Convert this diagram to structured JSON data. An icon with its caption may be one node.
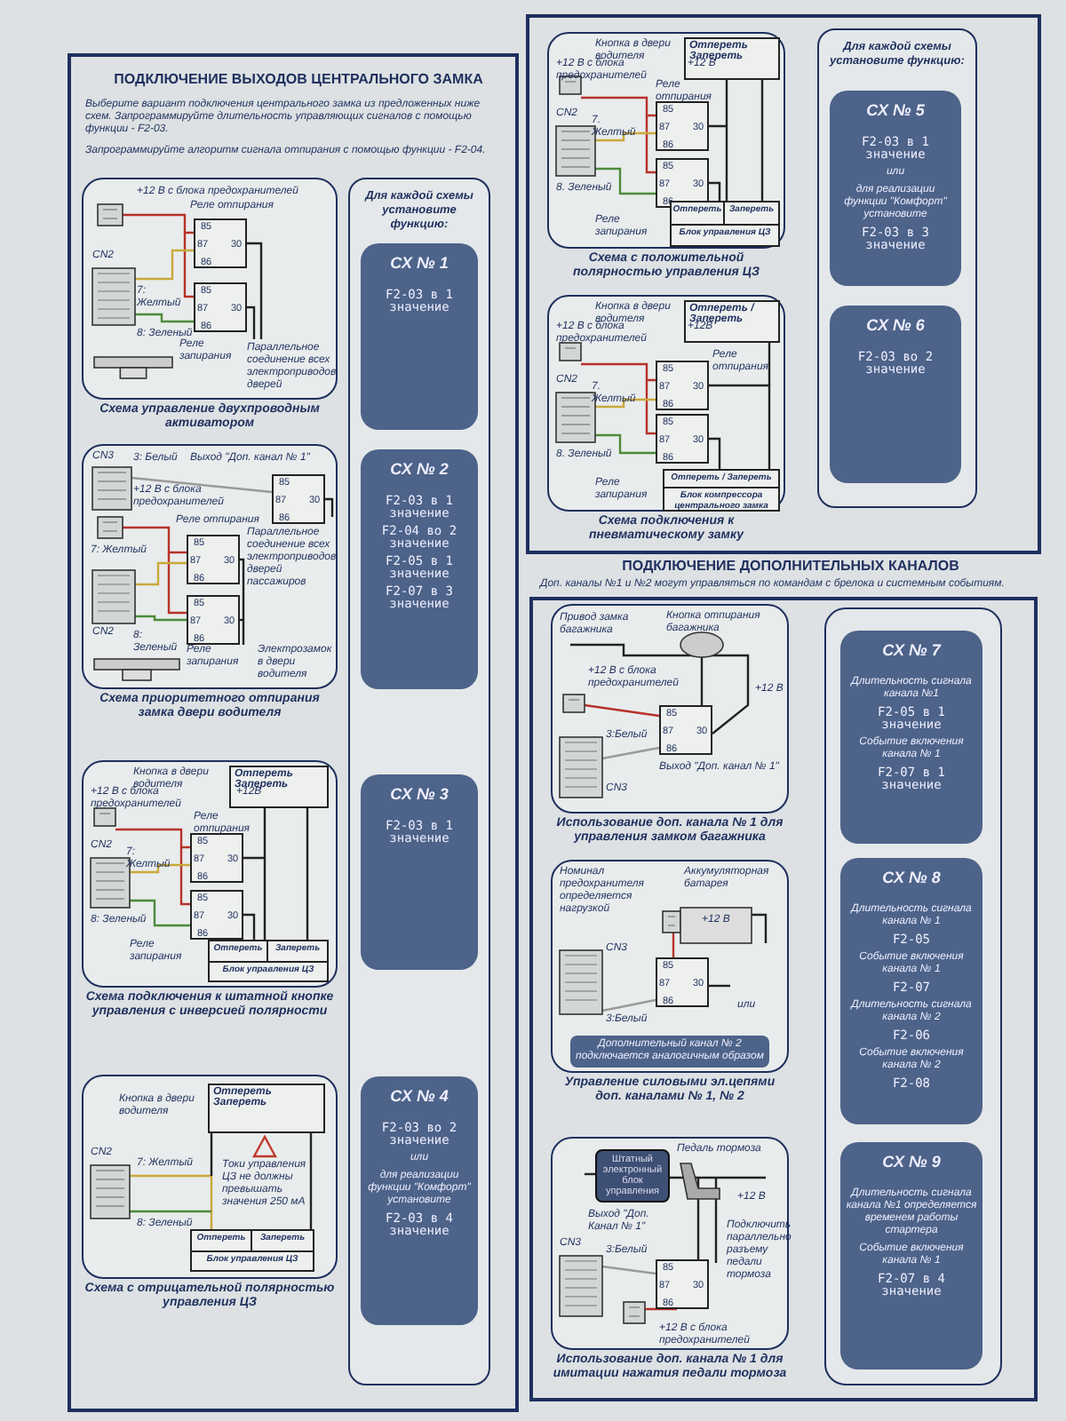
{
  "diagram": {
    "nodes": [
      {
        "text": [],
        "shape": "box",
        "beside": [
          "Схема управление двухпроводным активатором"
        ]
      },
      {
        "text": [
          "85",
          "87",
          "30",
          "86"
        ],
        "in": 0
      },
      {
        "text": [
          "85",
          "87",
          "30",
          "86"
        ],
        "in": 0
      },
      {
        "text": [
          "Для каждой схемы установите функцию:"
        ]
      },
      {
        "text": [
          "СХ № 1",
          "F2-03 в 1 значение"
        ],
        "in": 3
      },
      {
        "text": [],
        "shape": "box",
        "beside": [
          "Схема приоритетного отпирания замка двери водителя"
        ]
      },
      {
        "text": [
          "85",
          "87",
          "30",
          "86"
        ],
        "in": 5
      },
      {
        "text": [
          "85",
          "87",
          "30",
          "86"
        ],
        "in": 5
      },
      {
        "text": [
          "85",
          "87",
          "30",
          "86"
        ],
        "in": 5
      },
      {
        "text": [
          "СХ № 2",
          "F2-03 в 1 значение",
          "F2-04 во 2 значение",
          "F2-05 в 1 значение",
          "F2-07 в 3 значение"
        ],
        "in": 3
      },
      {
        "text": [],
        "shape": "box",
        "beside": [
          "Схема подключения к штатной кнопке управления с инверсией полярности"
        ]
      },
      {
        "text": [
          "Отпереть Запереть"
        ],
        "in": 10
      },
      {
        "text": [
          "85",
          "87",
          "30",
          "86"
        ],
        "in": 10
      },
      {
        "text": [
          "85",
          "87",
          "30",
          "86"
        ],
        "in": 10
      },
      {
        "text": [
          "Отпереть",
          "Запереть",
          "Блок управления ЦЗ"
        ],
        "in": 10
      },
      {
        "text": [
          "СХ № 3",
          "F2-03 в 1 значение"
        ],
        "in": 3
      },
      {
        "text": [],
        "shape": "box",
        "beside": [
          "Схема с отрицательной полярностью управления ЦЗ"
        ]
      },
      {
        "text": [
          "Отпереть Запереть"
        ],
        "in": 16
      },
      {
        "text": [
          "Отпереть",
          "Запереть",
          "Блок управления ЦЗ"
        ],
        "in": 16
      },
      {
        "text": [
          "СХ № 4",
          "F2-03 во 2 значение",
          "или",
          "для реализации функции \"Комфорт\" установите",
          "F2-03 в 4 значение"
        ],
        "in": 3
      },
      {
        "text": [],
        "shape": "box",
        "beside": [
          "Схема с положительной полярностью управления ЦЗ"
        ]
      },
      {
        "text": [
          "Отпереть Запереть"
        ],
        "in": 20
      },
      {
        "text": [
          "85",
          "87",
          "30",
          "86"
        ],
        "in": 20
      },
      {
        "text": [
          "85",
          "87",
          "30",
          "86"
        ],
        "in": 20
      },
      {
        "text": [
          "Отпереть",
          "Запереть",
          "Блок управления ЦЗ"
        ],
        "in": 20
      },
      {
        "text": [
          "Для каждой схемы установите функцию:"
        ]
      },
      {
        "text": [
          "СХ № 5",
          "F2-03 в 1 значение",
          "или",
          "для реализации функции \"Комфорт\" установите",
          "F2-03 в 3 значение"
        ],
        "in": 25
      },
      {
        "text": [],
        "shape": "box",
        "beside": [
          "Схема подключения к пневматическому замку"
        ]
      },
      {
        "text": [
          "Отпереть /Запереть"
        ],
        "in": 27
      },
      {
        "text": [
          "85",
          "87",
          "30",
          "86"
        ],
        "in": 27
      },
      {
        "text": [
          "85",
          "87",
          "30",
          "86"
        ],
        "in": 27
      },
      {
        "text": [
          "Отпереть / Запереть",
          "Блок компрессора центрального замка"
        ],
        "in": 27
      },
      {
        "text": [
          "СХ № 6",
          "F2-03 во 2 значение"
        ],
        "in": 25
      },
      {
        "text": [],
        "shape": "box",
        "beside": [
          "Использование доп. канала № 1 для управления замком багажника"
        ]
      },
      {
        "text": [
          "85",
          "87",
          "30",
          "86"
        ],
        "in": 33
      },
      {
        "text": [],
        "shape": "box"
      },
      {
        "text": [
          "СХ № 7",
          "Длительность сигнала канала №1",
          "F2-05 в 1 значение",
          "Событие включения канала № 1",
          "F2-07 в 1 значение"
        ],
        "in": 35
      },
      {
        "text": [],
        "shape": "box",
        "beside": [
          "Управление силовыми эл.цепями доп. каналами № 1, № 2"
        ]
      },
      {
        "text": [
          "85",
          "87",
          "30",
          "86"
        ],
        "in": 37
      },
      {
        "text": [
          "Дополнительный канал № 2 подключается аналогичным образом"
        ],
        "in": 37
      },
      {
        "text": [
          "СХ № 8",
          "Длительность сигнала канала № 1",
          "F2-05",
          "Событие включения канала № 1",
          "F2-07",
          "Длительность сигнала канала № 2",
          "F2-06",
          "Событие включения канала № 2",
          "F2-08"
        ],
        "in": 35
      },
      {
        "text": [],
        "shape": "box",
        "beside": [
          "Использование доп. канала № 1 для имитации нажатия педали тормоза"
        ]
      },
      {
        "text": [
          "Штатный электронный блок управления"
        ],
        "in": 41
      },
      {
        "text": [
          "85",
          "87",
          "30",
          "86"
        ],
        "in": 41
      },
      {
        "text": [
          "СХ № 9",
          "Длительность сигнала канала №1 определяется временем работы стартера",
          "Событие включения канала № 1",
          "F2-07 в 4 значение"
        ],
        "in": 35
      }
    ],
    "labels": [
      "ПОДКЛЮЧЕНИЕ ВЫХОДОВ ЦЕНТРАЛЬНОГО ЗАМКА",
      "Выберите вариант подключения центрального замка из предложенных ниже схем. Запрограммируйте длительность управляющих сигналов с помощью функции - F2-03.",
      "Запрограммируйте алгоритм сигнала отпирания с помощью функции - F2-04.",
      "+12 В с блока предохранителей",
      "Реле отпирания",
      "CN2",
      "7: Желтый",
      "8: Зеленый",
      "Реле запирания",
      "Параллельное соединение всех электроприводов дверей",
      "CN3",
      "3: Белый",
      "Выход \"Доп. канал № 1\"",
      "+12 В с блока предохранителей",
      "Реле отпирания",
      "7: Желтый",
      "CN2",
      "8: Зеленый",
      "Реле запирания",
      "Параллельное соединение всех электроприводов дверей пассажиров",
      "Электрозамок в двери водителя",
      "Кнопка в двери водителя",
      "+12 В с блока предохранителей",
      "+12В",
      "Реле отпирания",
      "CN2",
      "7: Желтый",
      "8: Зеленый",
      "Реле запирания",
      "Кнопка в двери водителя",
      "CN2",
      "7: Желтый",
      "8: Зеленый",
      "Токи управления ЦЗ не должны превышать значения 250 мА",
      "Кнопка в двери водителя",
      "+12 В с блока предохранителей",
      "+12 В",
      "Реле отпирания",
      "CN2",
      "7. Желтый",
      "8. Зеленый",
      "Реле запирания",
      "Кнопка в двери водителя",
      "+12 В с блока предохранителей",
      "+12В",
      "Реле отпирания",
      "CN2",
      "7. Желтый",
      "8. Зеленый",
      "Реле запирания",
      "ПОДКЛЮЧЕНИЕ ДОПОЛНИТЕЛЬНЫХ КАНАЛОВ",
      "Доп. каналы №1 и №2 могут управляться по командам с брелока и системным событиям.",
      "Привод замка багажника",
      "Кнопка отпирания багажника",
      "+12 В с блока предохранителей",
      "+12 В",
      "3:Белый",
      "Выход \"Доп. канал № 1\"",
      "CN3",
      "Номинал предохранителя определяется нагрузкой",
      "Аккумуляторная батарея",
      "+12 В",
      "CN3",
      "3:Белый",
      "или",
      "Педаль тормоза",
      "+12 В",
      "Выход \"Доп. Канал № 1\"",
      "CN3",
      "3:Белый",
      "Подключить параллельно разъему педали тормоза",
      "+12 В с блока предохранителей"
    ]
  }
}
